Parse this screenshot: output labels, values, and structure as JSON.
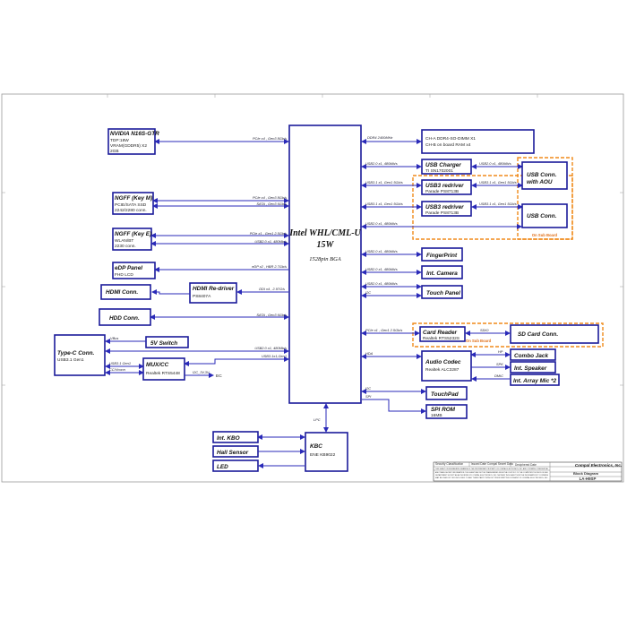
{
  "cpu": {
    "title": "Intel WHL/CML-U",
    "tdp": "15W",
    "pkg": "1528pin BGA"
  },
  "blocks": {
    "gpu": {
      "title": "NVIDIA N16S-GTR",
      "l1": "TDP:18W",
      "l2": "VRAM(GDDR5) X2",
      "l3": "2GB"
    },
    "ngffm": {
      "title": "NGFF (Key M)",
      "l1": "PCIE/SATA SSD",
      "l2": "2242/2280 conn."
    },
    "ngffe": {
      "title": "NGFF (Key E)",
      "l1": "WLAN/BT",
      "l2": "2230 conn."
    },
    "edp": {
      "title": "eDP Panel",
      "l1": "FHD LCD"
    },
    "hdmi_conn": {
      "title": "HDMI Conn."
    },
    "hdmi_redriver": {
      "title": "HDMI Re-driver",
      "l1": "PS8407A"
    },
    "hdd": {
      "title": "HDD Conn."
    },
    "typec": {
      "title": "Type-C Conn.",
      "l1": "USB3.1 Gen1"
    },
    "sw5v": {
      "title": "5V Switch"
    },
    "muxcc": {
      "title": "MUX/CC",
      "l1": "Realtek RTS5448"
    },
    "kbo": {
      "title": "Int. KBO"
    },
    "hall": {
      "title": "Hall Sensor"
    },
    "led": {
      "title": "LED"
    },
    "kbc": {
      "title": "KBC",
      "l1": "ENE KB9022"
    },
    "ddr": {
      "l1": "CH-A DDR4-SO-DIMM X1",
      "l2": "CH-B on board RAM x4"
    },
    "usbcharger": {
      "title": "USB Charger",
      "l1": "TI SN1702001"
    },
    "usb3r1": {
      "title": "USB3 redriver",
      "l1": "Parade PS8713B"
    },
    "usb3r2": {
      "title": "USB3 redriver",
      "l1": "Parade PS8713B"
    },
    "usbaou": {
      "title": "USB Conn.",
      "title2": "with AOU"
    },
    "usbconn": {
      "title": "USB Conn."
    },
    "fingerprint": {
      "title": "FingerPrint"
    },
    "camera": {
      "title": "Int. Camera"
    },
    "touchpanel": {
      "title": "Touch Panel"
    },
    "cardreader": {
      "title": "Card Reader",
      "l1": "Realtek RTS5232S"
    },
    "sdcard": {
      "title": "SD Card Conn."
    },
    "audio": {
      "title": "Audio Codec",
      "l1": "Realtek ALC3287"
    },
    "combo": {
      "title": "Combo Jack"
    },
    "speaker": {
      "title": "Int. Speaker"
    },
    "mic": {
      "title": "Int. Array Mic *2"
    },
    "touchpad": {
      "title": "TouchPad"
    },
    "spirom": {
      "title": "SPI ROM",
      "l1": "16MB"
    }
  },
  "links": {
    "gpu": "PCIe x4 , Gen3 8Gb/s",
    "ngffm1": "PCIe x4 , Gen3 8Gb/s",
    "ngffm2": "SATA , Gen3 6Gb/s",
    "ngffe1": "PCIe x1 , Gen1 2.5Gb/s",
    "ngffe2": "USB2.0 x1, 480Mb/s",
    "edp": "eDP x2 , HBR 2.7Gb/s",
    "hdmi": "DDI x4 , 2.97G/s",
    "hdd": "SATA , Gen3 6Gb/s",
    "tc_usb2": "USB2.0 x1, 480Mb/s",
    "tc_usb3": "USB3.1x1,Gen1",
    "vbus": "VBus",
    "usb31": "USB3.1 Gen1",
    "ccpd": "CC/Vconn",
    "i2c_ec": "I2C_3V,3V",
    "ec": "EC",
    "lpc": "LPC",
    "ddr": "DDR4 2400MHz",
    "charger": "USB2.0 x1, 480Mb/s",
    "charger_out": "USB2.0 x1, 480Mb/s",
    "r1": "USB3.1 x1, Gen1 5Gb/s",
    "r1_out": "USB3.1 x1, Gen1 5Gb/s",
    "r2": "USB3.1 x1, Gen1 5Gb/s",
    "r2_out": "USB3.1 x1, Gen1 5Gb/s",
    "usbconn": "USB2.0 x1, 480Mb/s",
    "fp": "USB2.0 x1, 480Mb/s",
    "cam": "USB2.0 x1, 480Mb/s",
    "tp_usb": "USB2.0 x1, 480Mb/s",
    "tp_i2c": "I2C",
    "cr": "PCIe x1 , Gen1 2.5Gb/s",
    "sdio": "SDIO",
    "hda": "HDA",
    "hp": "HP",
    "spk": "SPK",
    "dmic": "DMIC",
    "i2c_tp": "I2C",
    "spi": "SPI"
  },
  "notes": {
    "onsub1": "On Sub Board",
    "onsub2": "On Sub Board"
  },
  "title_block": {
    "company": "Compal Electronics, Inc.",
    "doc_title": "Block Diagram",
    "model": "LA-H9SP",
    "security": "Security Classification",
    "issued": "Issued Date",
    "secret": "Compal Secret Data",
    "deciphered": "Deciphered Date",
    "notice": "THIS SHEET OF ENGINEERING DRAWING IS THE PROPRIETARY PROPERTY OF COMPAL ELECTRONICS, INC. AND CONTAINS CONFIDENTIAL",
    "notice2": "AND TRADE SECRET INFORMATION. THIS SHEET MAY NOT BE TRANSFERRED FROM THE CUSTODY OF THE COMPETENT DIVISION OF R&D",
    "notice3": "DEPARTMENT EXCEPT AS AUTHORIZED BY COMPAL ELECTRONICS, INC. NEITHER THIS SHEET NOR THE INFORMATION IT CONTAINS",
    "notice4": "MAY BE USED BY OR DISCLOSED TO ANY THIRD PARTY WITHOUT PRIOR WRITTEN CONSENT OF COMPAL ELECTRONICS, INC."
  }
}
